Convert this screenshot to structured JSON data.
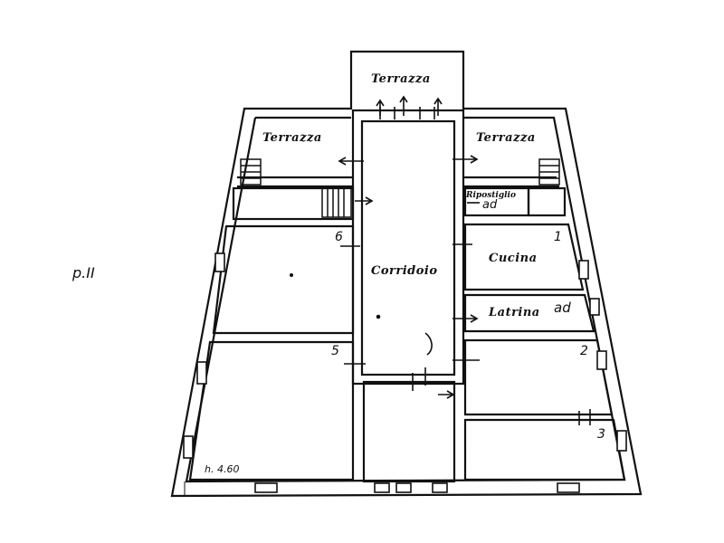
{
  "sheet": {
    "floor": "p.II"
  },
  "rooms": {
    "terrace_top": "Terrazza",
    "terrace_left": "Terrazza",
    "terrace_right": "Terrazza",
    "corridor": "Corridoio",
    "storage": "Ripostiglio",
    "kitchen": "Cucina",
    "toilet": "Latrina"
  },
  "notes": {
    "storage_ad": "ad",
    "toilet_ad": "ad",
    "room_1": "1",
    "room_2": "2",
    "room_3": "3",
    "room_5": "5",
    "room_6": "6",
    "height": "h. 4.60"
  },
  "colors": {
    "ink": "#111111",
    "paper": "#ffffff"
  }
}
